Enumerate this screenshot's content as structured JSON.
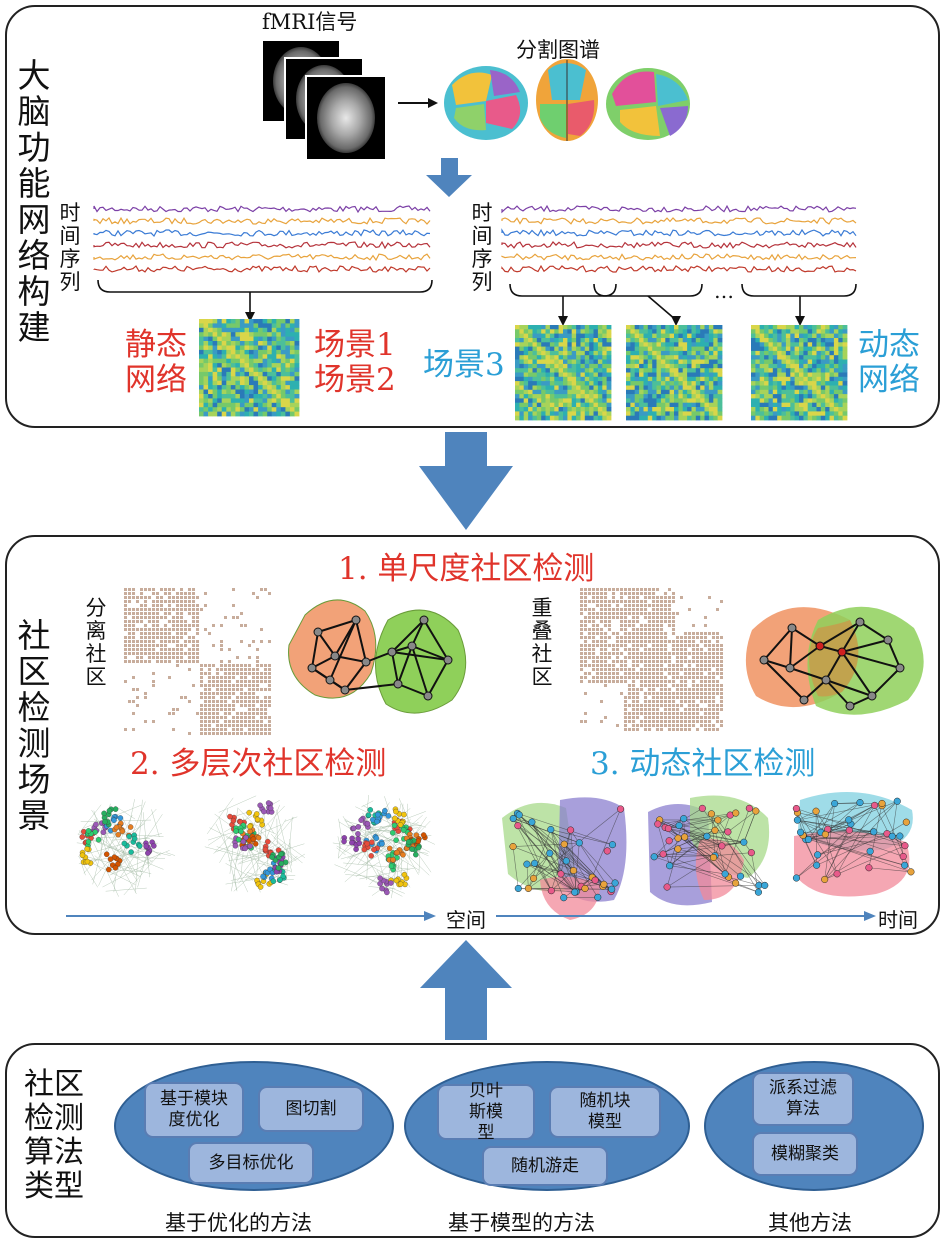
{
  "panel1": {
    "title": "大脑功能网络构建",
    "fmri_label": "fMRI信号",
    "atlas_label": "分割图谱",
    "time_series_label": "时间序列",
    "static_network": "静态网络",
    "scenario1": "场景1",
    "scenario2": "场景2",
    "scenario3": "场景3",
    "ellipsis": "…",
    "dynamic_network": "动态网络"
  },
  "panel2": {
    "title": "社区检测场景",
    "single_scale": "1. 单尺度社区检测",
    "separated_community": "分离社区",
    "overlapping_community": "重叠社区",
    "multilevel": "2. 多层次社区检测",
    "dynamic": "3. 动态社区检测",
    "space_axis": "空间",
    "time_axis": "时间"
  },
  "panel3": {
    "title": "社区检测算法类型",
    "group1": {
      "caption": "基于优化的方法",
      "items": [
        "基于模块度优化",
        "图切割",
        "多目标优化"
      ]
    },
    "group2": {
      "caption": "基于模型的方法",
      "items": [
        "贝叶斯模型",
        "随机块模型",
        "随机游走"
      ]
    },
    "group3": {
      "caption": "其他方法",
      "items": [
        "派系过滤算法",
        "模糊聚类"
      ]
    }
  },
  "colors": {
    "red": "#e0342b",
    "blue": "#2b9fd6",
    "arrow": "#4f84bd",
    "ellipse": "#4f84bd",
    "pill": "#9db6dd"
  }
}
